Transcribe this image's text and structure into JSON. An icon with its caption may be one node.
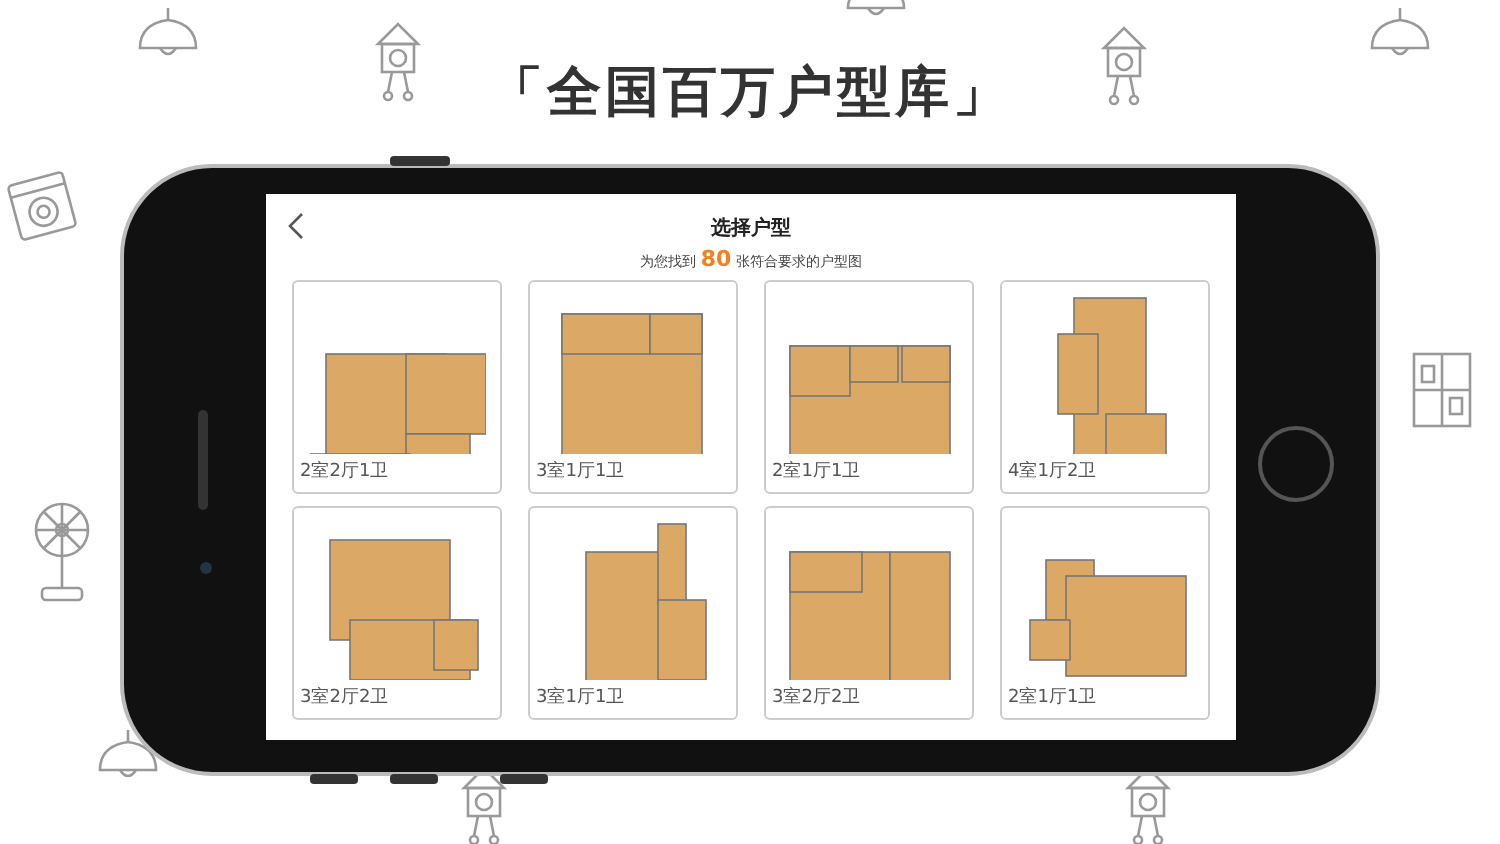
{
  "diagram": {
    "title": "「全国百万户型库」",
    "labels": [
      "选择户型",
      "为您找到 **80** 张符合要求的户型图",
      "2室2厅1卫",
      "3室1厅1卫",
      "2室1厅1卫",
      "4室1厅2卫",
      "3室2厅2卫",
      "3室1厅1卫",
      "3室2厅2卫",
      "2室1厅1卫"
    ]
  }
}
